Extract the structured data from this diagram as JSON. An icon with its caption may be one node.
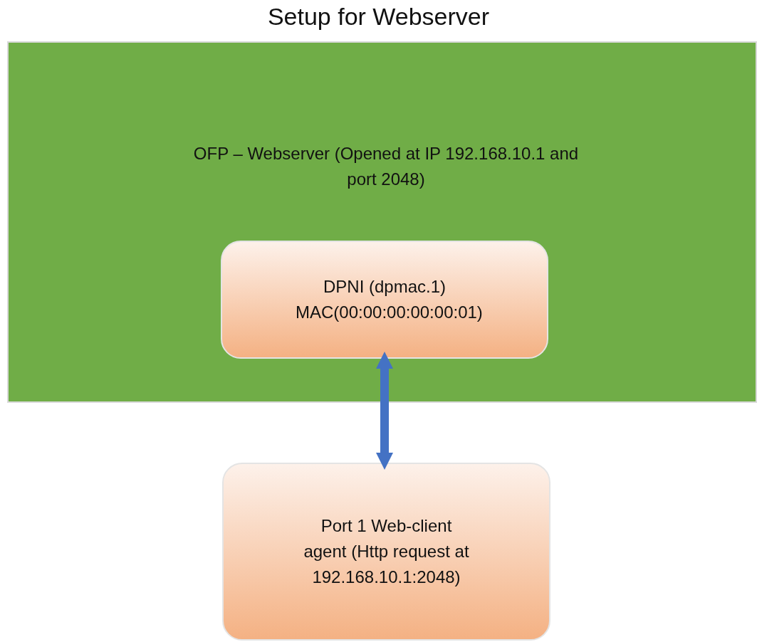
{
  "diagram": {
    "title": "Setup for Webserver",
    "nodes": [
      {
        "text": [
          "OFP – Webserver (Opened at IP 192.168.10.1 and port 2048)"
        ]
      },
      {
        "text": [
          "DPNI (dpmac.1) MAC(00:00:00:00:00:01)"
        ],
        "in": 0
      },
      {
        "text": [
          "Port 1 Web-client agent (Http request at 192.168.10.1:2048)"
        ]
      }
    ],
    "edges": [
      {
        "from": 1,
        "to": 2,
        "arrow": "both"
      }
    ]
  }
}
